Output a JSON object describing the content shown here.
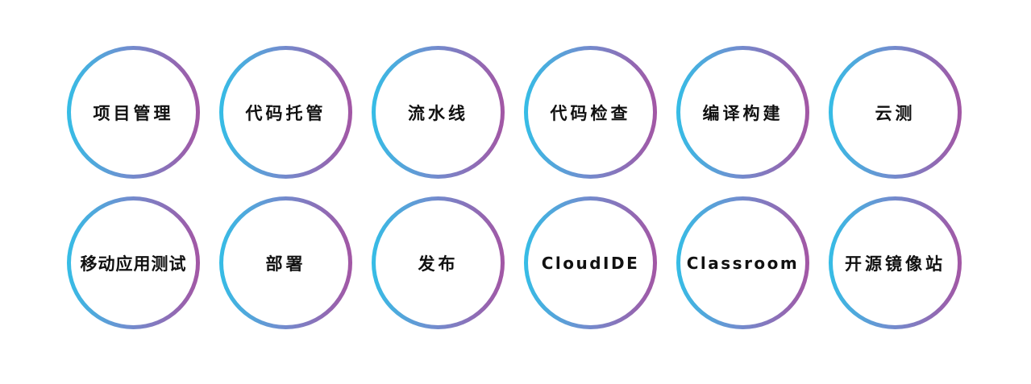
{
  "services": [
    {
      "label": "项目管理"
    },
    {
      "label": "代码托管"
    },
    {
      "label": "流水线"
    },
    {
      "label": "代码检查"
    },
    {
      "label": "编译构建"
    },
    {
      "label": "云测"
    },
    {
      "label": "移动应用测试"
    },
    {
      "label": "部署"
    },
    {
      "label": "发布"
    },
    {
      "label": "CloudIDE"
    },
    {
      "label": "Classroom"
    },
    {
      "label": "开源镜像站"
    }
  ],
  "colors": {
    "ring_start": "#35bde6",
    "ring_end": "#a356a4",
    "text": "#111111",
    "background": "#ffffff"
  }
}
